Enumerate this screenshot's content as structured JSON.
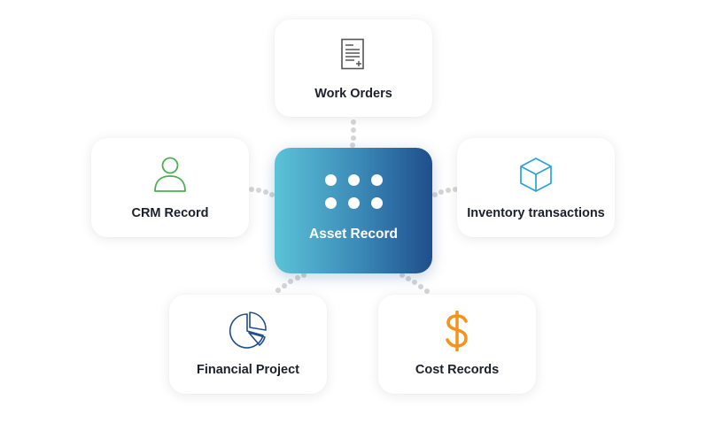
{
  "hub": {
    "label": "Asset Record"
  },
  "nodes": {
    "work_orders": {
      "label": "Work Orders",
      "icon": "document-icon"
    },
    "crm_record": {
      "label": "CRM Record",
      "icon": "user-icon"
    },
    "inventory": {
      "label": "Inventory transactions",
      "icon": "cube-icon"
    },
    "financial_project": {
      "label": "Financial Project",
      "icon": "pie-chart-icon"
    },
    "cost_records": {
      "label": "Cost Records",
      "icon": "dollar-icon"
    }
  },
  "colors": {
    "hub_gradient_start": "#5bc3d7",
    "hub_gradient_end": "#1f4e8c",
    "crm_icon": "#4caf50",
    "inventory_icon": "#2aa3dc",
    "financial_icon": "#1f4e8c",
    "cost_icon": "#f5931e",
    "document_icon": "#555555",
    "connector": "#d6d6d6"
  }
}
